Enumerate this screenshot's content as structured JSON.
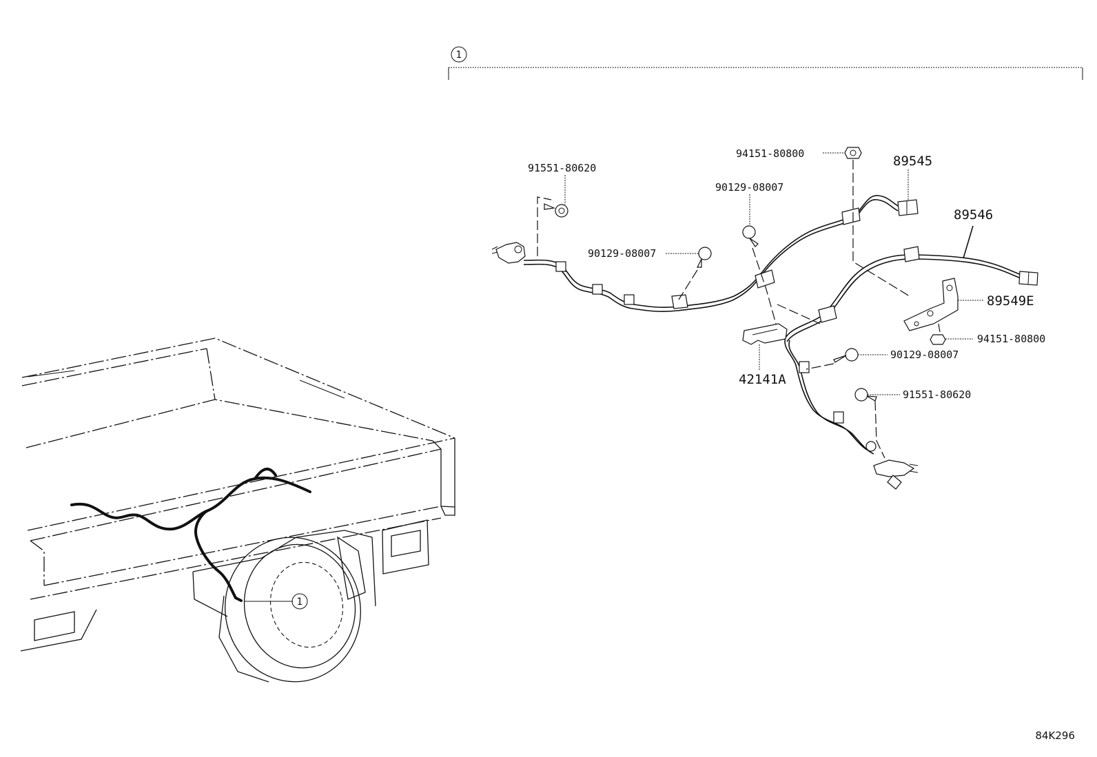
{
  "diagram": {
    "assembly_callout": "1",
    "vehicle_callout": "1",
    "reference_code": "84K296",
    "parts": [
      {
        "id": "p-91551-80620-left",
        "label": "91551-80620"
      },
      {
        "id": "p-94151-80800-top",
        "label": "94151-80800"
      },
      {
        "id": "p-89545",
        "label": "89545"
      },
      {
        "id": "p-90129-08007-upper",
        "label": "90129-08007"
      },
      {
        "id": "p-90129-08007-mid",
        "label": "90129-08007"
      },
      {
        "id": "p-89546",
        "label": "89546"
      },
      {
        "id": "p-89549E",
        "label": "89549E"
      },
      {
        "id": "p-94151-80800-right",
        "label": "94151-80800"
      },
      {
        "id": "p-90129-08007-right",
        "label": "90129-08007"
      },
      {
        "id": "p-42141A",
        "label": "42141A"
      },
      {
        "id": "p-91551-80620-right",
        "label": "91551-80620"
      }
    ]
  }
}
